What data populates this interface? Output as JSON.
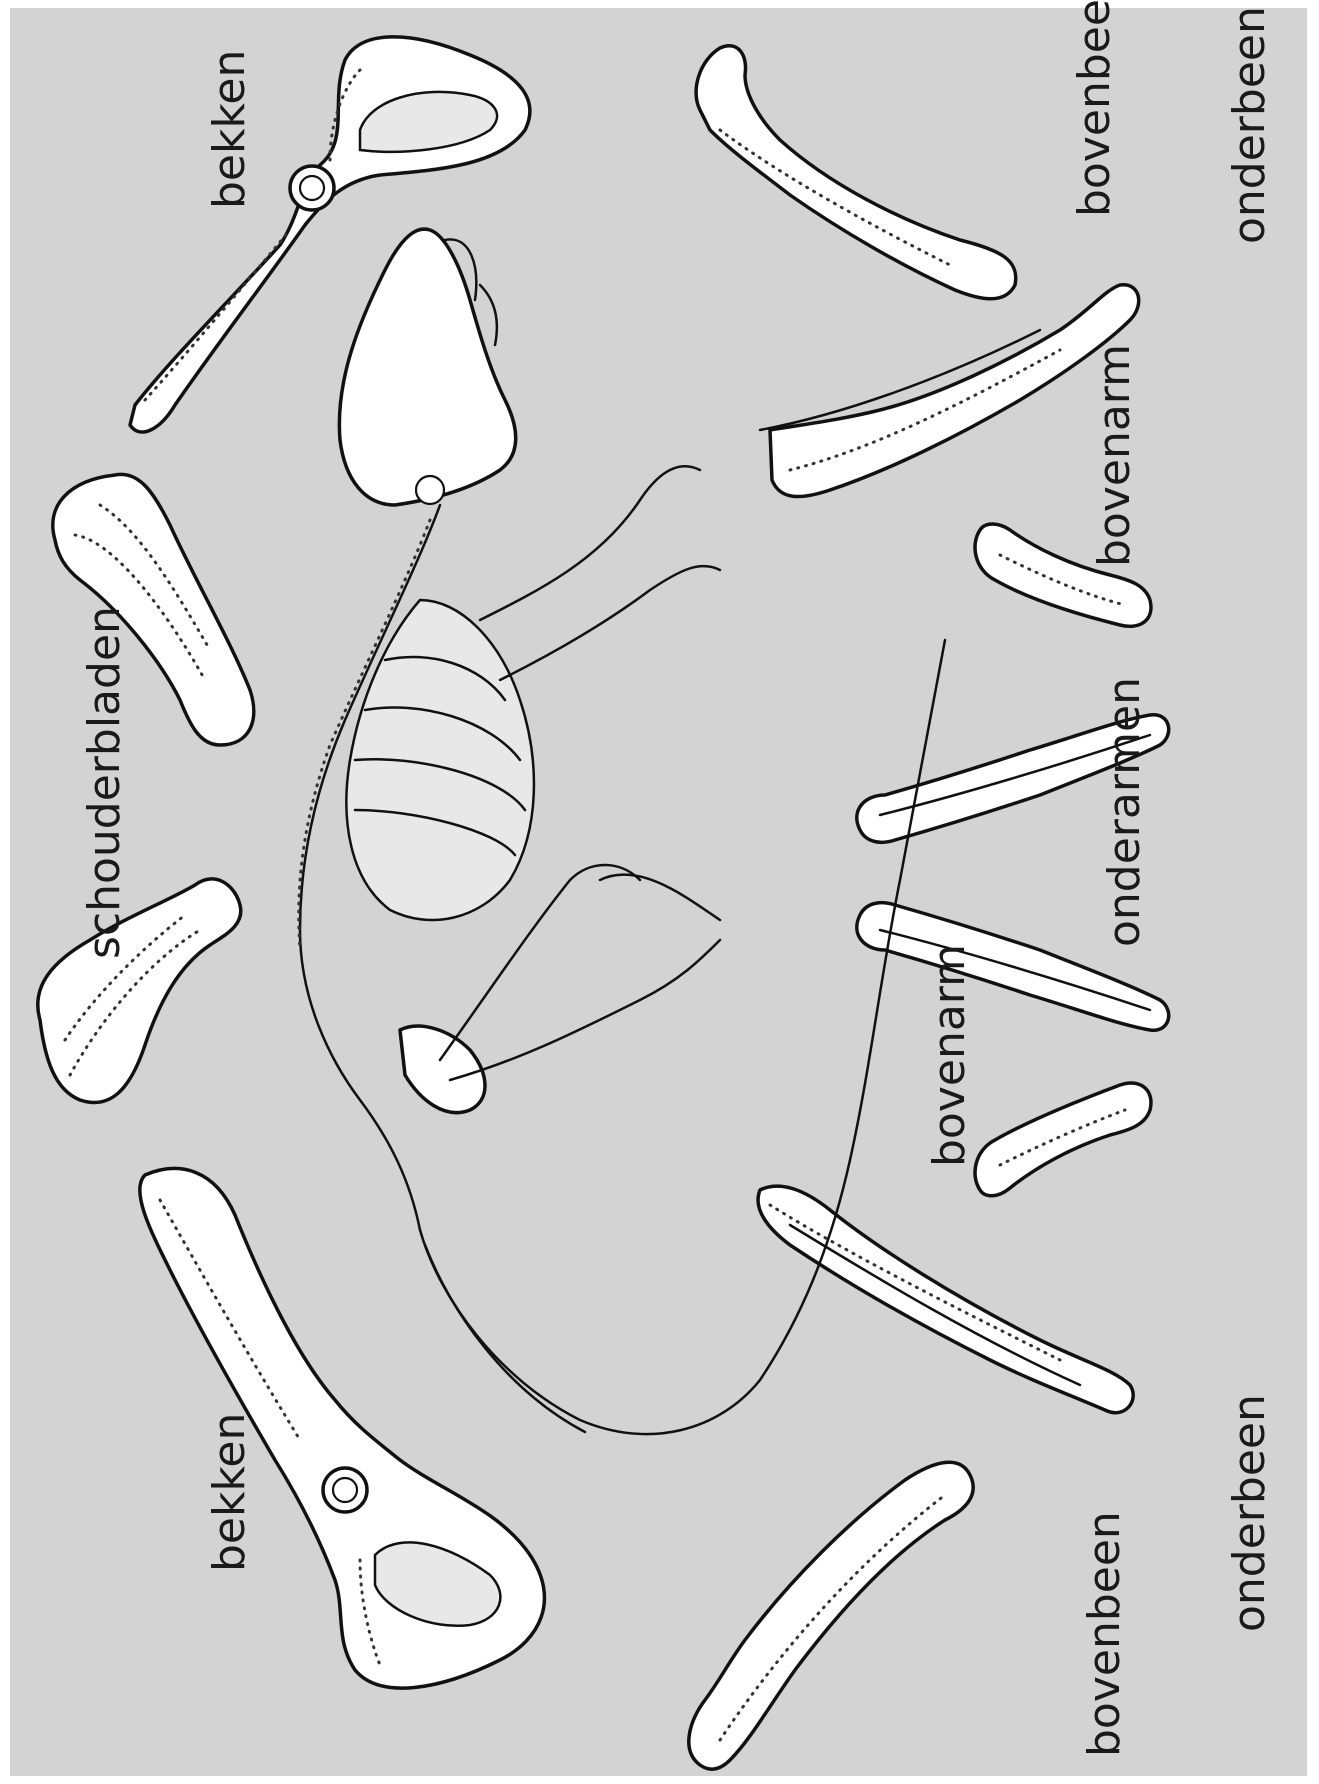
{
  "labels": {
    "pelvis_top": "bekken",
    "pelvis_bottom": "bekken",
    "shoulder_blades": "schouderbladen",
    "upper_leg_top": "bovenbeen",
    "lower_leg_top": "onderbeen",
    "upper_arm_top": "bovenarm",
    "forearms": "onderarmen",
    "upper_arm_bottom": "bovenarm",
    "upper_leg_bottom": "bovenbeen",
    "lower_leg_bottom": "onderbeen"
  },
  "colors": {
    "background": "#d3d3d3",
    "bone_fill": "#ffffff",
    "ink": "#111111"
  }
}
